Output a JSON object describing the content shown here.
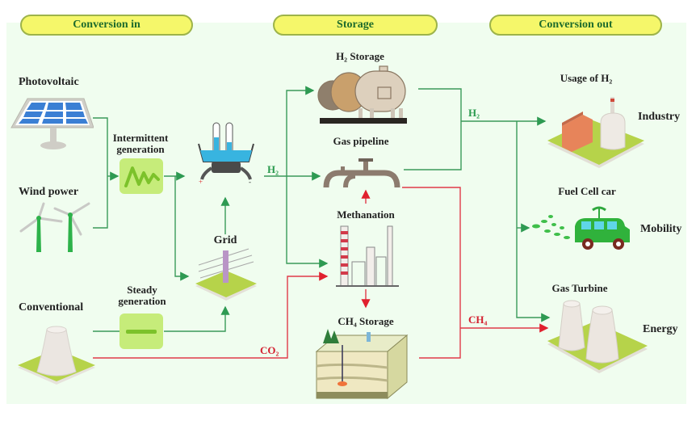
{
  "sections": {
    "conversion_in": "Conversion in",
    "storage": "Storage",
    "conversion_out": "Conversion out"
  },
  "sources": {
    "photovoltaic": "Photovoltaic",
    "wind_power": "Wind power",
    "conventional": "Conventional"
  },
  "generation": {
    "intermittent_line1": "Intermittent",
    "intermittent_line2": "generation",
    "steady_line1": "Steady",
    "steady_line2": "generation",
    "grid": "Grid"
  },
  "storage": {
    "h2_storage": "H₂ Storage",
    "gas_pipeline": "Gas pipeline",
    "methanation": "Methanation",
    "ch4_storage": "CH₄ Storage"
  },
  "outputs": {
    "usage_h2": "Usage of H₂",
    "industry": "Industry",
    "fuel_cell_car": "Fuel Cell car",
    "mobility": "Mobility",
    "gas_turbine": "Gas Turbine",
    "energy": "Energy"
  },
  "flows": {
    "h2_electrolyzer": "H₂",
    "h2_out": "H₂",
    "co2": "CO₂",
    "ch4": "CH₄"
  },
  "colors": {
    "h2_line": "#3a9a5a",
    "carbon_line": "#e03a48",
    "pill_fill": "#f5f76a",
    "panel_bg": "#f0fdef"
  }
}
